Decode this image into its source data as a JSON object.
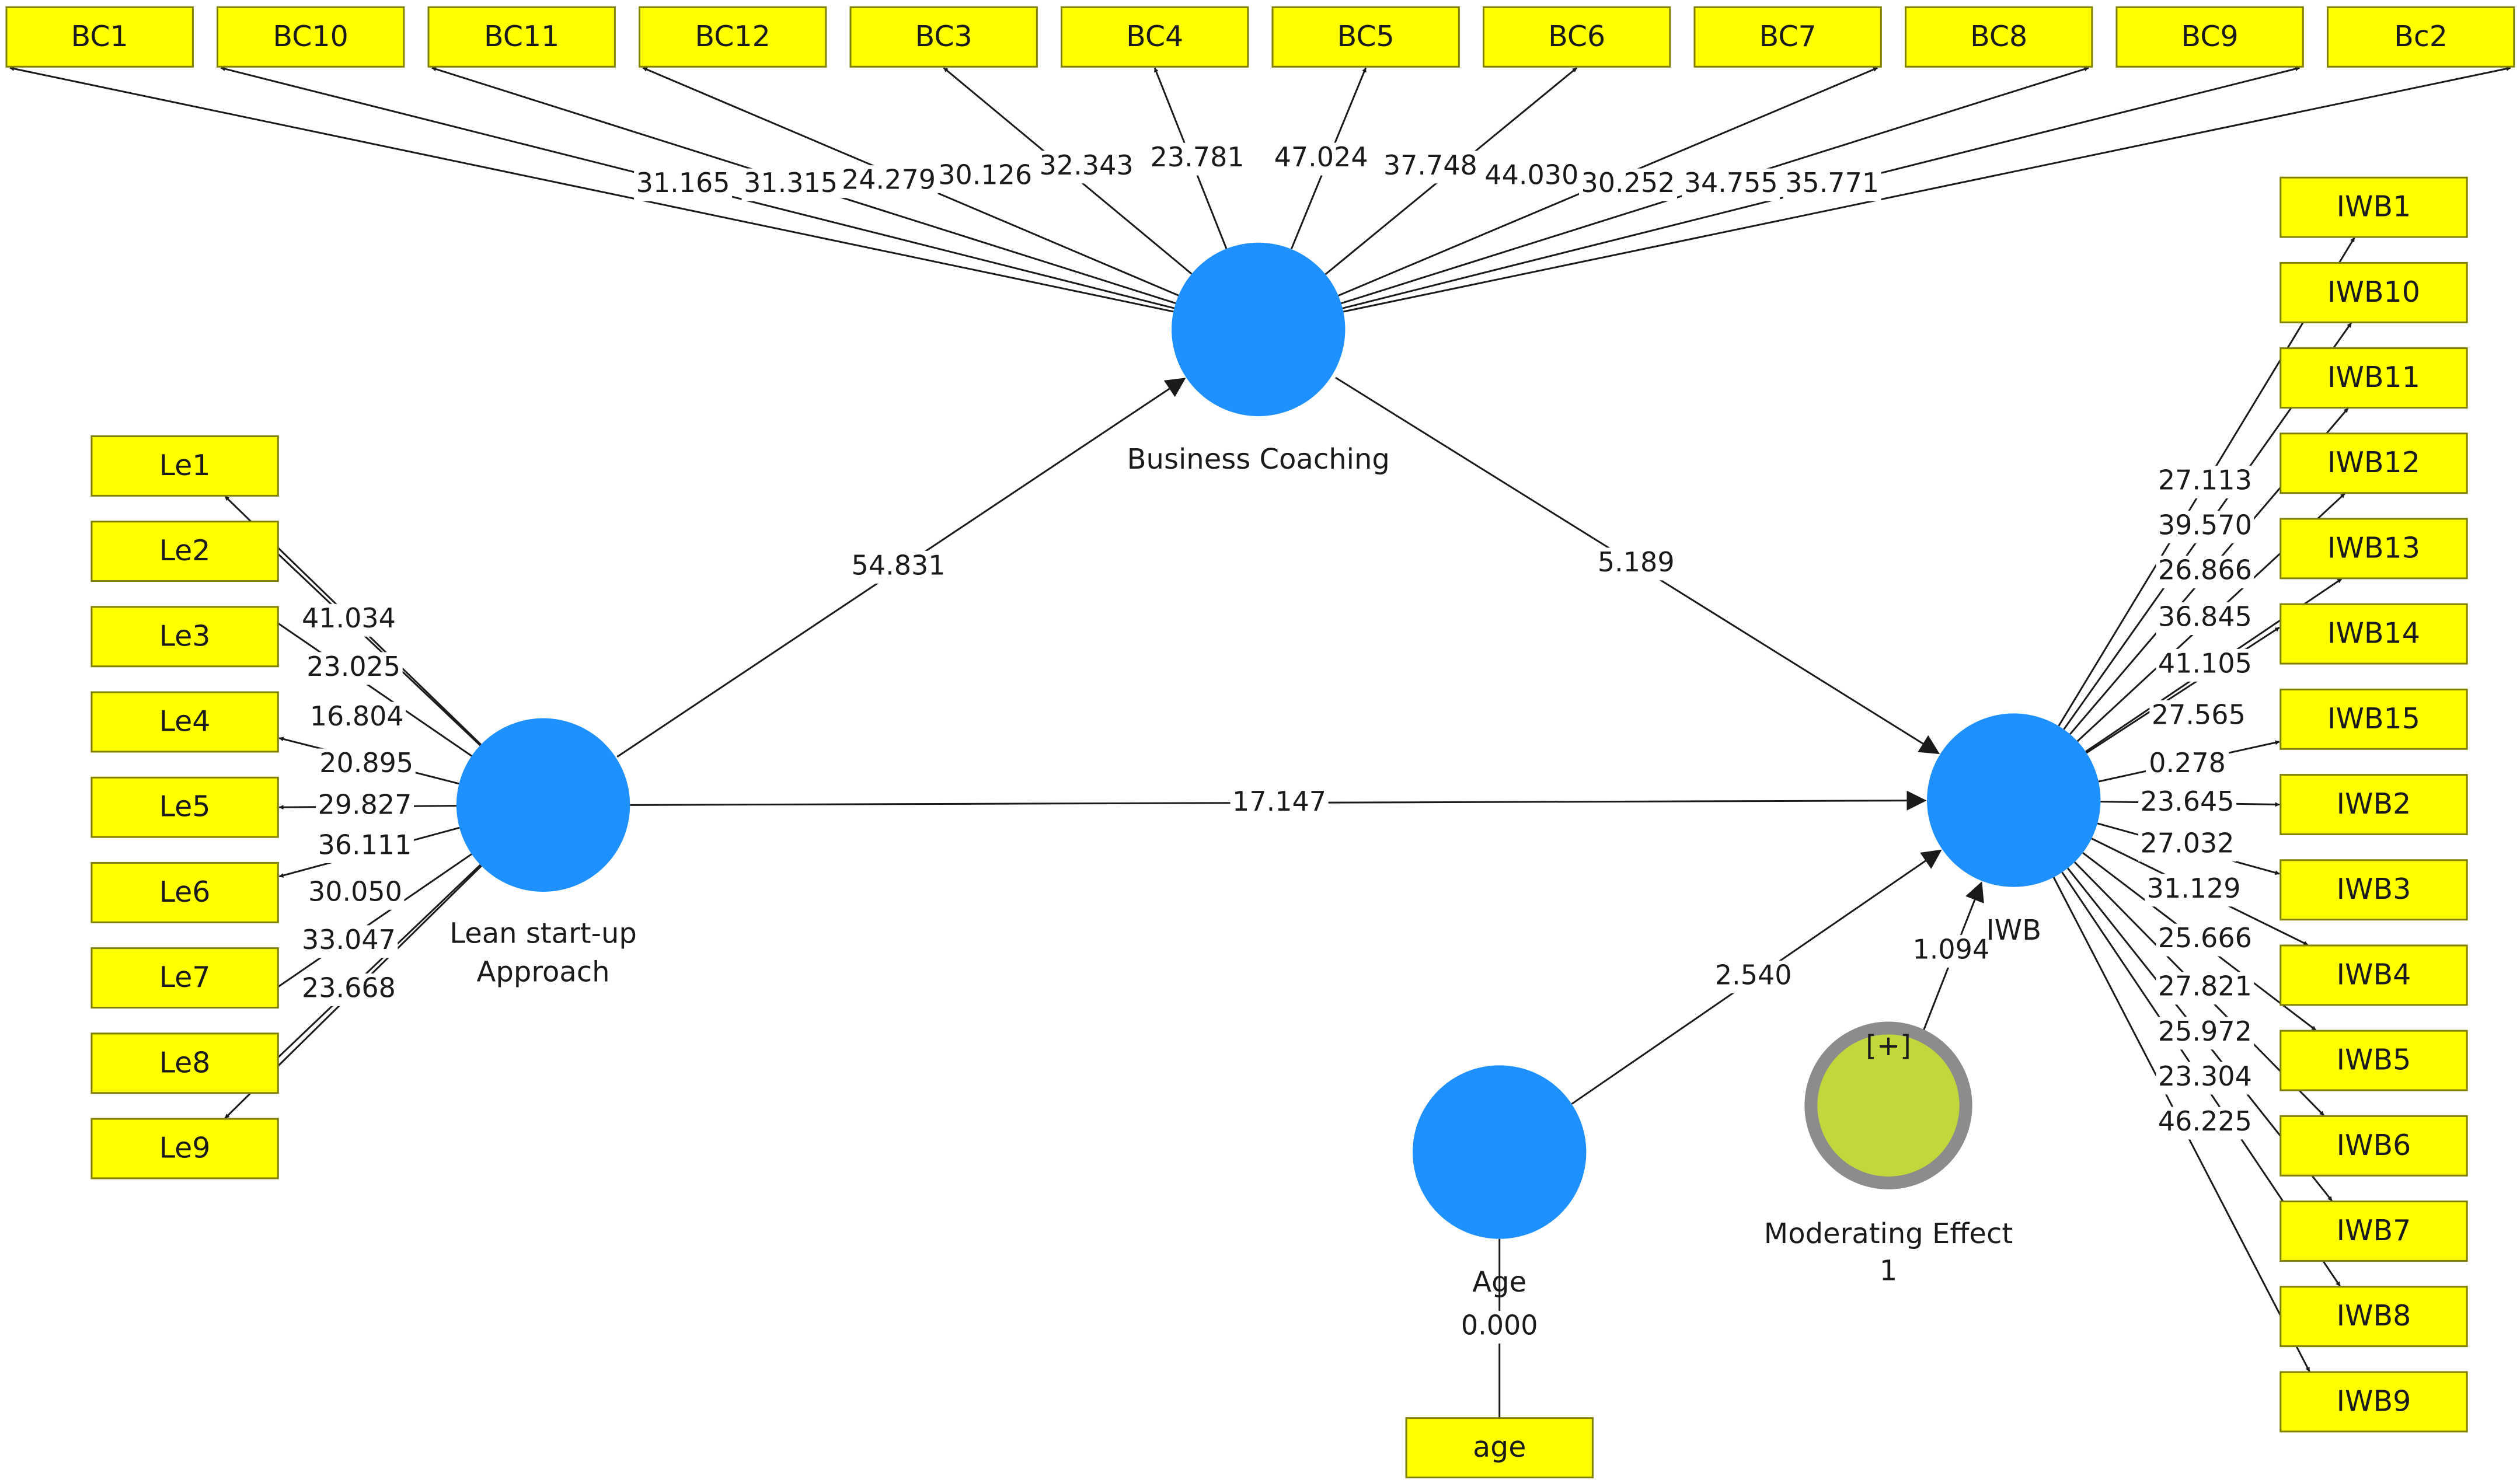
{
  "colors": {
    "indicator_fill": "#ffff00",
    "indicator_border": "#7f7f00",
    "construct_fill": "#1e90ff",
    "moderator_fill": "#c2d73c",
    "moderator_border": "#8c8c8c",
    "edge": "#1a1a1a"
  },
  "constructs": {
    "business_coaching": {
      "name": "Business Coaching",
      "color": "#1e90ff"
    },
    "lean_startup": {
      "name_line1": "Lean start-up",
      "name_line2": "Approach",
      "color": "#1e90ff"
    },
    "iwb": {
      "name": "IWB",
      "color": "#1e90ff"
    },
    "age": {
      "name": "Age",
      "color": "#1e90ff"
    },
    "moderating_effect": {
      "name_line1": "Moderating Effect",
      "name_line2": "1",
      "expand_symbol": "[+]",
      "color": "#c2d73c"
    }
  },
  "paths": {
    "lean_to_bc": "54.831",
    "bc_to_iwb": "5.189",
    "lean_to_iwb": "17.147",
    "age_to_iwb": "2.540",
    "moderator_to_iwb": "1.094"
  },
  "business_coaching_indicators": [
    {
      "label": "BC1",
      "loading": "31.165"
    },
    {
      "label": "BC10",
      "loading": "31.315"
    },
    {
      "label": "BC11",
      "loading": "24.279"
    },
    {
      "label": "BC12",
      "loading": "30.126"
    },
    {
      "label": "BC3",
      "loading": "32.343"
    },
    {
      "label": "BC4",
      "loading": "23.781"
    },
    {
      "label": "BC5",
      "loading": "47.024"
    },
    {
      "label": "BC6",
      "loading": "37.748"
    },
    {
      "label": "BC7",
      "loading": "44.030"
    },
    {
      "label": "BC8",
      "loading": "30.252"
    },
    {
      "label": "BC9",
      "loading": "34.755"
    },
    {
      "label": "Bc2",
      "loading": "35.771"
    }
  ],
  "lean_indicators": [
    {
      "label": "Le1",
      "loading": "41.034"
    },
    {
      "label": "Le2",
      "loading": "23.025"
    },
    {
      "label": "Le3",
      "loading": "16.804"
    },
    {
      "label": "Le4",
      "loading": "20.895"
    },
    {
      "label": "Le5",
      "loading": "29.827"
    },
    {
      "label": "Le6",
      "loading": "36.111"
    },
    {
      "label": "Le7",
      "loading": "30.050"
    },
    {
      "label": "Le8",
      "loading": "33.047"
    },
    {
      "label": "Le9",
      "loading": "23.668"
    }
  ],
  "iwb_indicators": [
    {
      "label": "IWB1",
      "loading": "27.113"
    },
    {
      "label": "IWB10",
      "loading": "39.570"
    },
    {
      "label": "IWB11",
      "loading": "26.866"
    },
    {
      "label": "IWB12",
      "loading": "36.845"
    },
    {
      "label": "IWB13",
      "loading": "41.105"
    },
    {
      "label": "IWB14",
      "loading": "27.565"
    },
    {
      "label": "IWB15",
      "loading": "0.278"
    },
    {
      "label": "IWB2",
      "loading": "23.645"
    },
    {
      "label": "IWB3",
      "loading": "27.032"
    },
    {
      "label": "IWB4",
      "loading": "31.129"
    },
    {
      "label": "IWB5",
      "loading": "25.666"
    },
    {
      "label": "IWB6",
      "loading": "27.821"
    },
    {
      "label": "IWB7",
      "loading": "25.972"
    },
    {
      "label": "IWB8",
      "loading": "23.304"
    },
    {
      "label": "IWB9",
      "loading": "46.225"
    }
  ],
  "age_indicator": {
    "label": "age",
    "loading": "0.000"
  }
}
